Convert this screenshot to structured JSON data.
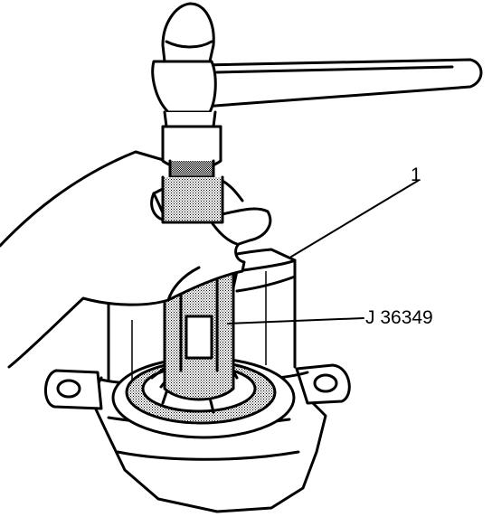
{
  "figure": {
    "callouts": [
      {
        "id": "part-1",
        "label": "1"
      },
      {
        "id": "tool",
        "label": "J 36349"
      }
    ],
    "colors": {
      "ink": "#000000",
      "paper": "#ffffff",
      "stipple": "#9a9a9a",
      "light_fill": "#f2f2f2"
    }
  }
}
